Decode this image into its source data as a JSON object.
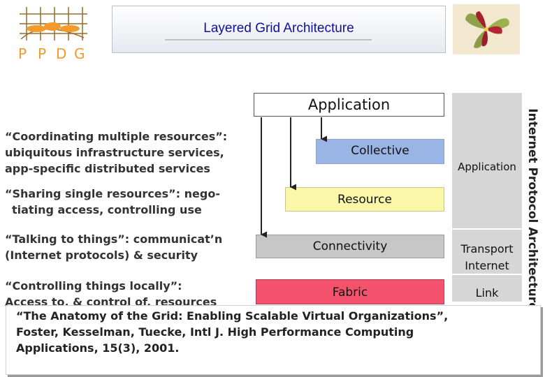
{
  "header": {
    "title": "Layered Grid Architecture",
    "logo_letters": [
      "P",
      "P",
      "D",
      "G"
    ],
    "logo_accent": "#f39a2c",
    "logo_line_color": "#9a6a2a"
  },
  "layers": {
    "application": "Application",
    "collective": "Collective",
    "resource": "Resource",
    "connectivity": "Connectivity",
    "fabric": "Fabric"
  },
  "layer_colors": {
    "collective": "#9ab4e6",
    "resource": "#fbf7a9",
    "connectivity": "#c7c7c7",
    "fabric": "#f5536d"
  },
  "descriptions": {
    "coordinating": [
      "“Coordinating multiple resources”:",
      "ubiquitous infrastructure services,",
      "app-specific distributed services"
    ],
    "sharing": [
      "“Sharing single resources”: nego-",
      "tiating access, controlling use"
    ],
    "talking": [
      "“Talking to things”: communicat’n",
      "(Internet protocols) & security"
    ],
    "controlling": [
      "“Controlling things locally”:",
      "Access to, & control of, resources"
    ]
  },
  "internet_protocol": {
    "vertical_label": "Internet Protocol Architecture",
    "application": "Application",
    "transport": "Transport",
    "internet": "Internet",
    "link": "Link"
  },
  "citation": [
    "“The Anatomy of the Grid: Enabling Scalable Virtual Organizations”,",
    "Foster, Kesselman, Tuecke, Intl J. High Performance Computing",
    "Applications, 15(3), 2001."
  ]
}
